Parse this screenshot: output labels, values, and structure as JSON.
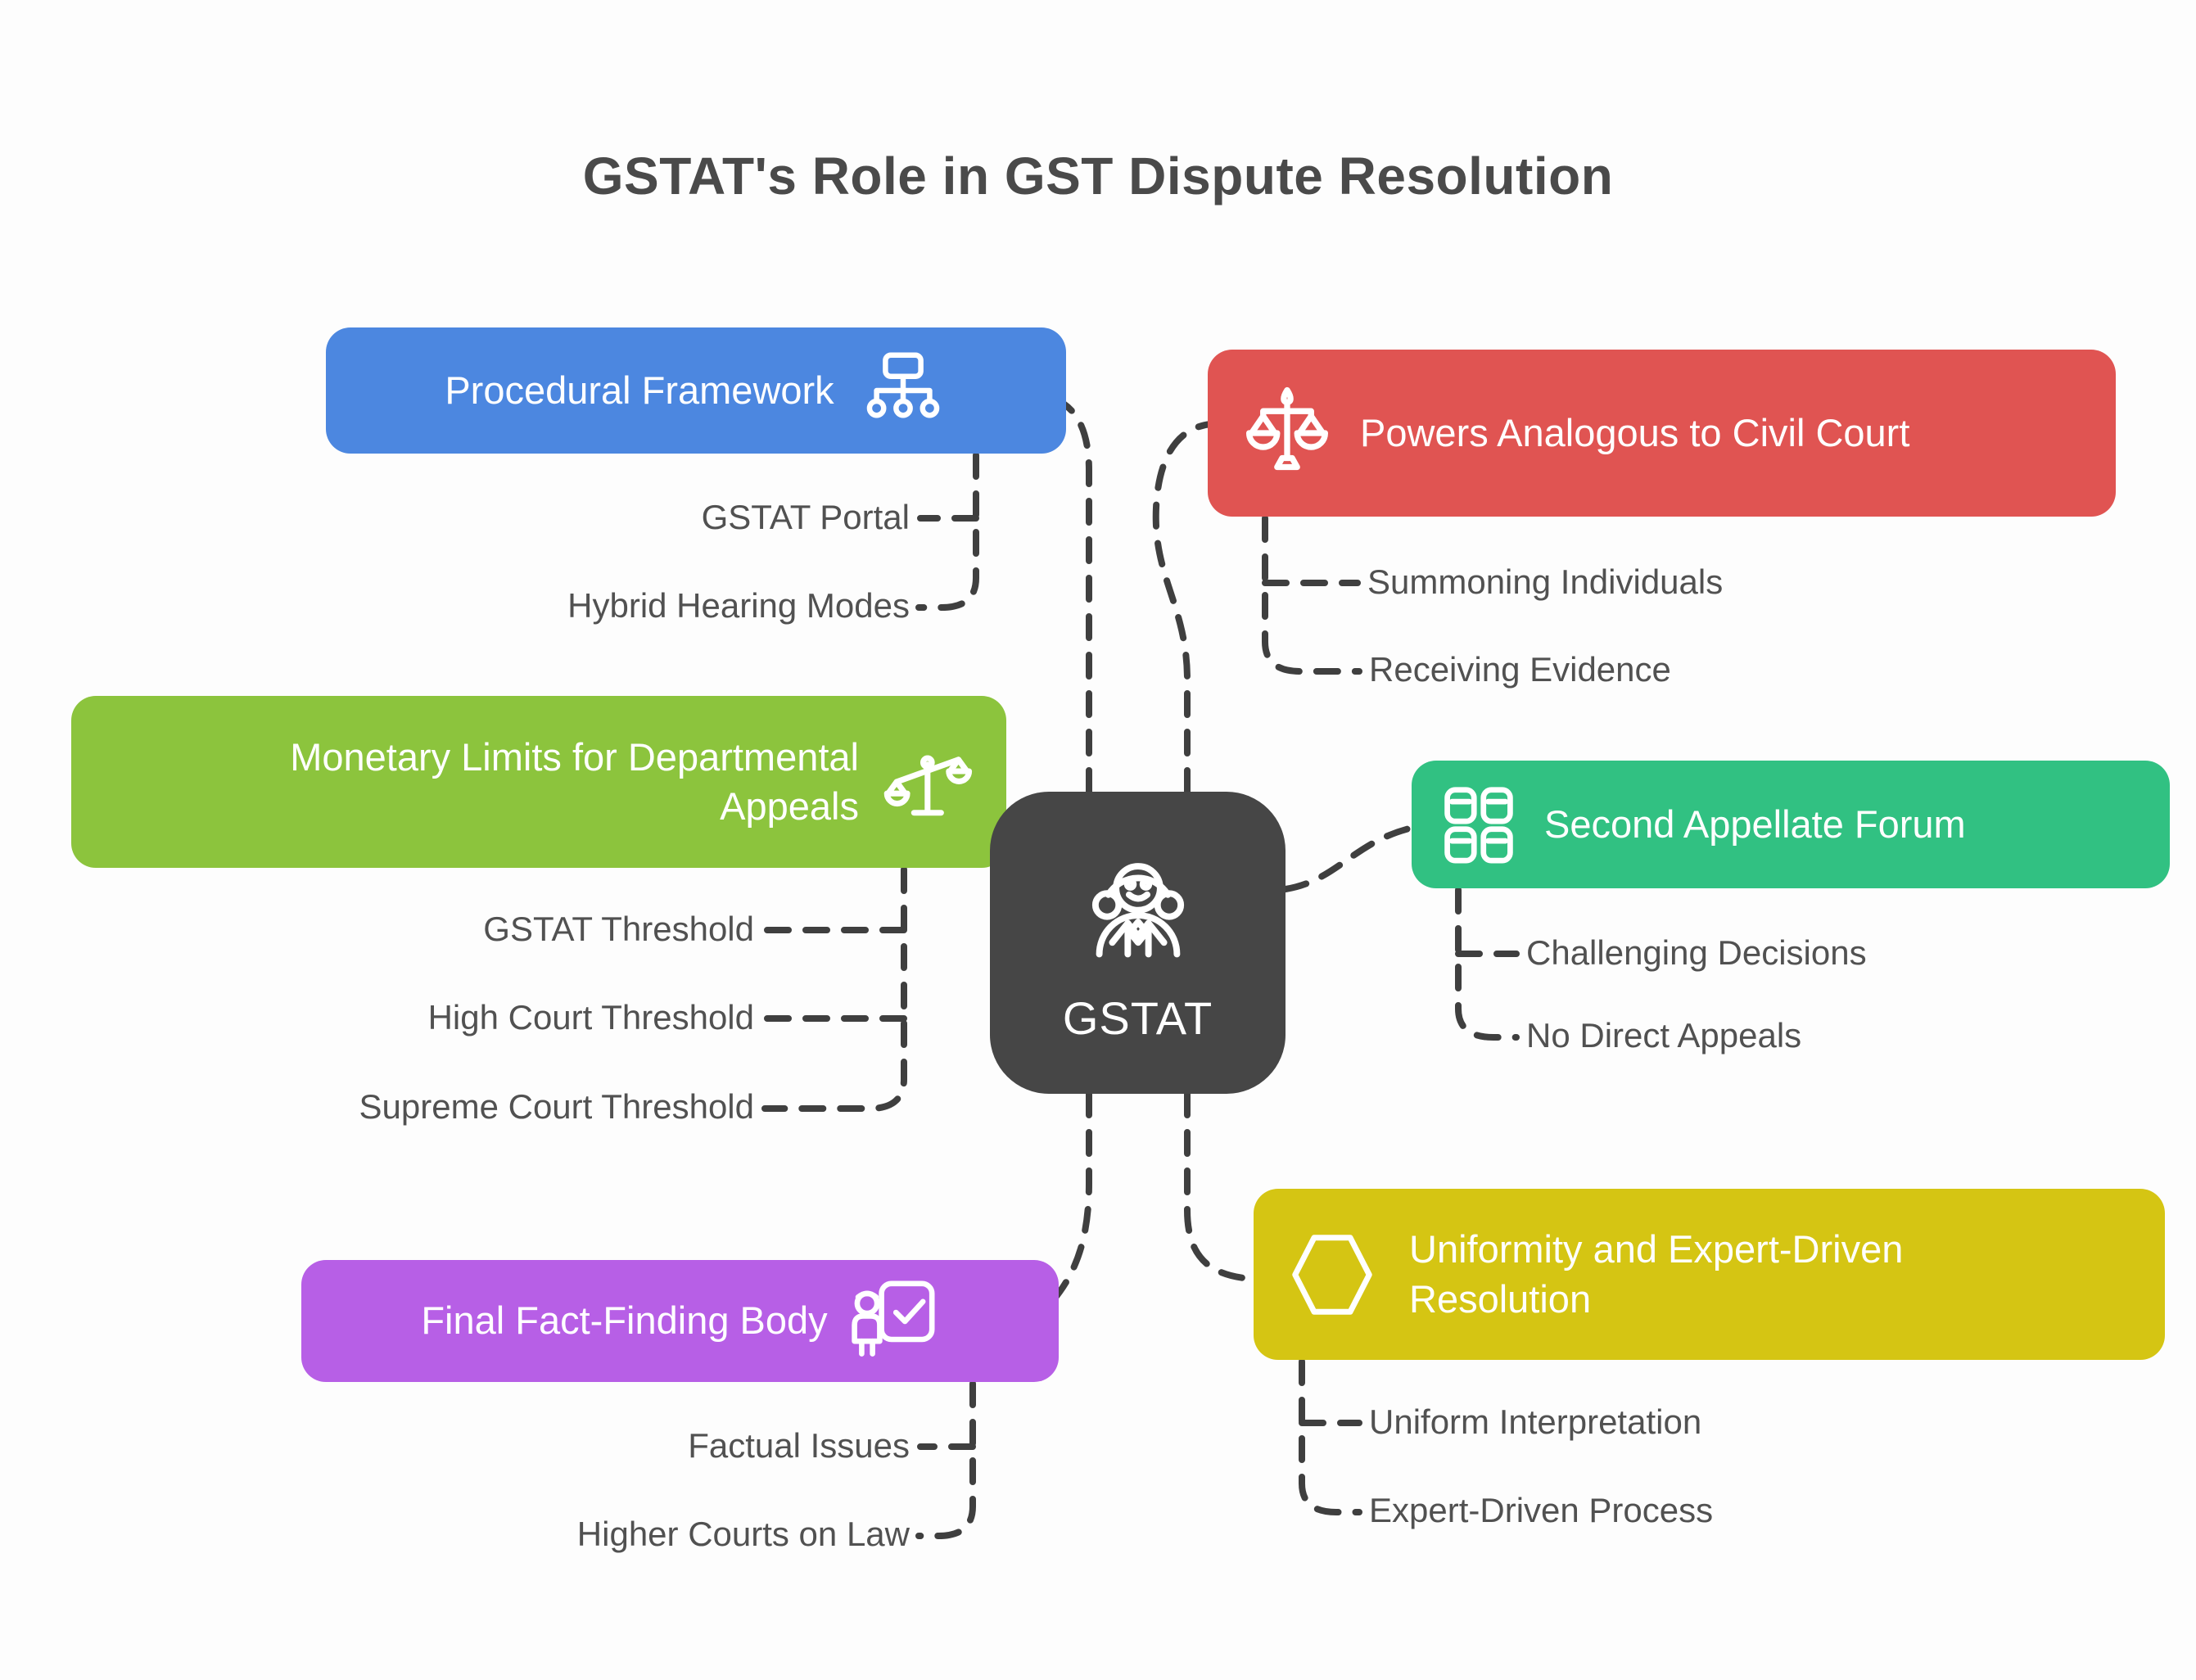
{
  "title": "GSTAT's Role in GST Dispute Resolution",
  "colors": {
    "background": "#fdfdfd",
    "title_text": "#4a4a4a",
    "leaf_text": "#515151",
    "connector": "#3f3f3f",
    "center": "#464646",
    "blue": "#4c87e0",
    "red": "#e05452",
    "green": "#8cc43d",
    "teal": "#31c182",
    "purple": "#b75fe6",
    "yellow": "#d5c513"
  },
  "center": {
    "label": "GSTAT",
    "icon": "judge-icon",
    "color": "#464646"
  },
  "branches": [
    {
      "id": "procedural-framework",
      "label": "Procedural Framework",
      "icon": "hierarchy-icon",
      "color": "#4c87e0",
      "children": [
        {
          "label": "GSTAT Portal"
        },
        {
          "label": "Hybrid Hearing Modes"
        }
      ]
    },
    {
      "id": "powers-analogous-civil-court",
      "label": "Powers Analogous to Civil Court",
      "icon": "scales-icon",
      "color": "#e05452",
      "children": [
        {
          "label": "Summoning Individuals"
        },
        {
          "label": "Receiving Evidence"
        }
      ]
    },
    {
      "id": "monetary-limits-departmental-appeals",
      "label": "Monetary Limits for Departmental Appeals",
      "icon": "tilted-scales-icon",
      "color": "#8cc43d",
      "children": [
        {
          "label": "GSTAT Threshold"
        },
        {
          "label": "High Court Threshold"
        },
        {
          "label": "Supreme Court Threshold"
        }
      ]
    },
    {
      "id": "second-appellate-forum",
      "label": "Second Appellate Forum",
      "icon": "grid-cards-icon",
      "color": "#31c182",
      "children": [
        {
          "label": "Challenging Decisions"
        },
        {
          "label": "No Direct Appeals"
        }
      ]
    },
    {
      "id": "final-fact-finding-body",
      "label": "Final Fact-Finding Body",
      "icon": "person-check-icon",
      "color": "#b75fe6",
      "children": [
        {
          "label": "Factual Issues"
        },
        {
          "label": "Higher Courts on Law"
        }
      ]
    },
    {
      "id": "uniformity-expert-driven-resolution",
      "label": "Uniformity and Expert-Driven Resolution",
      "icon": "hexagon-icon",
      "color": "#d5c513",
      "children": [
        {
          "label": "Uniform Interpretation"
        },
        {
          "label": "Expert-Driven Process"
        }
      ]
    }
  ]
}
